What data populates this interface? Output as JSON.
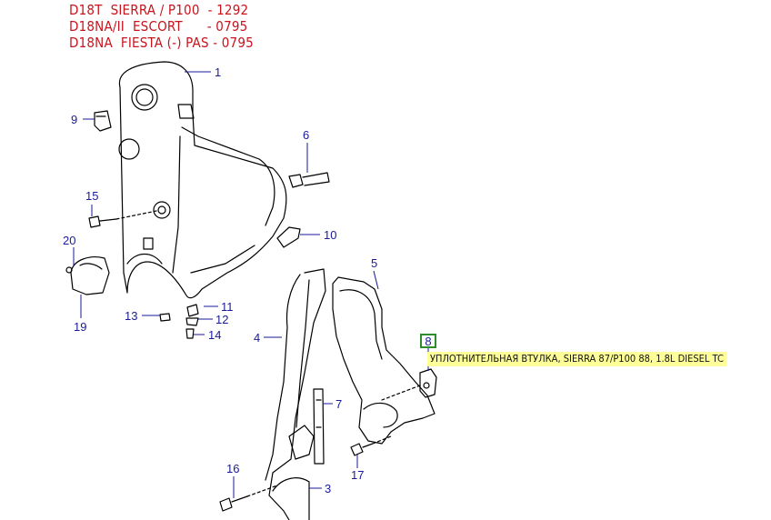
{
  "header": {
    "lines": [
      "D18T  SIERRA / P100  - 1292",
      "D18NA/II  ESCORT      - 0795",
      "D18NA  FIESTA (-) PAS - 0795"
    ]
  },
  "callouts": {
    "c1": "1",
    "c3": "3",
    "c4": "4",
    "c5": "5",
    "c6": "6",
    "c7": "7",
    "c9": "9",
    "c10": "10",
    "c11": "11",
    "c12": "12",
    "c13": "13",
    "c14": "14",
    "c15": "15",
    "c16": "16",
    "c17": "17",
    "c19": "19",
    "c20": "20"
  },
  "selected": {
    "number": "8",
    "tooltip": "УПЛОТНИТЕЛЬНАЯ ВТУЛКА, SIERRA 87/P100 88, 1.8L DIESEL TC"
  },
  "colors": {
    "header_text": "#c8141e",
    "callout_text": "#1a1a9a",
    "selection_border": "#2e8b2e",
    "tooltip_bg": "#ffff99"
  }
}
